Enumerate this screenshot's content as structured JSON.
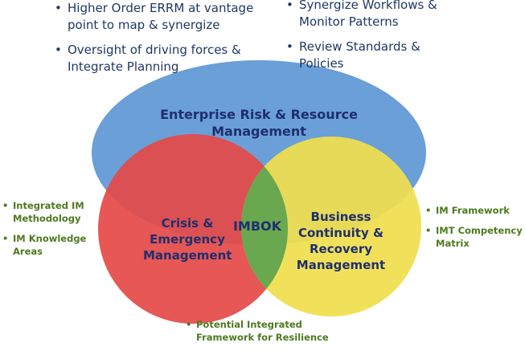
{
  "top_left_bullets": [
    "Higher Order ERRM at vantage point to map & synergize",
    "Oversight of driving forces & Integrate Planning"
  ],
  "top_right_bullets": [
    "Synergize Workflows & Monitor Patterns",
    "Review Standards & Policies"
  ],
  "left_bullets": [
    "Integrated IM Methodology",
    "IM Knowledge Areas"
  ],
  "right_bullets": [
    "IM Framework",
    "IMT Competency Matrix"
  ],
  "bottom_bullets": [
    "Potential Integrated Framework for Resilience"
  ],
  "circles": {
    "errm": "Enterprise Risk & Resource Management",
    "crisis": "Crisis & Emergency Management",
    "business": "Business Continuity & Recovery Management",
    "imbok": "IMBOK"
  },
  "colors": {
    "errm": "#6a9fd8",
    "crisis": "#e23b3b",
    "business": "#f2e04e",
    "overlap": "#6aa84f",
    "text": "#1f3864",
    "green_text": "#4e7a1f"
  }
}
